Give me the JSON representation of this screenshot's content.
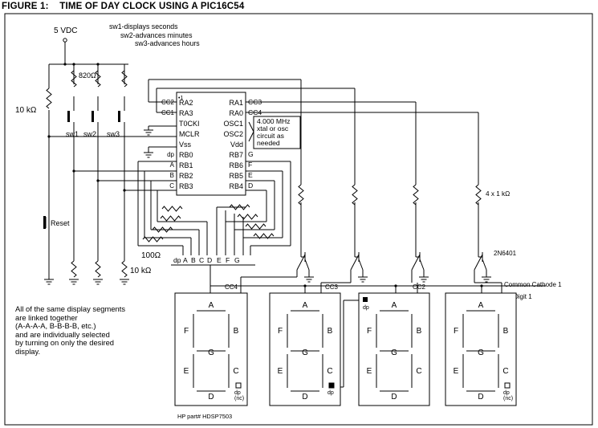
{
  "figure": {
    "title": "FIGURE 1:    TIME OF DAY CLOCK USING A PIC16C54",
    "note": "All of the same display segments\nare linked together\n(A-A-A-A, B-B-B-B, etc.)\nand are individually selected\nby turning on only the desired\ndisplay."
  },
  "labels": {
    "supply": "5 VDC",
    "sw1_desc": "sw1-displays seconds",
    "sw2_desc": "sw2-advances minutes",
    "sw3_desc": "sw3-advances hours",
    "r_top": "820Ω",
    "r_pullup": "10 kΩ",
    "r_bottom": "10 kΩ",
    "r_series": "100Ω",
    "r_base": "4 x 1 kΩ",
    "sw1": "sw1",
    "sw2": "sw2",
    "sw3": "sw3",
    "reset": "Reset",
    "xtal": "4.000 MHz\nxtal or osc\ncircuit as\nneeded",
    "transistor": "2N6401",
    "common_cathode": "Common Cathode 1",
    "digit": "Digit 1",
    "hp_part": "HP part# HDSP7503",
    "seg_bus": [
      "dp",
      "A",
      "B",
      "C",
      "D",
      "E",
      "F",
      "G"
    ]
  },
  "pic": {
    "left_pins": [
      "RA2",
      "RA3",
      "T0CKI",
      "MCLR",
      "Vss",
      "RB0",
      "RB1",
      "RB2",
      "RB3"
    ],
    "right_pins": [
      "RA1",
      "RA0",
      "OSC1",
      "OSC2",
      "Vdd",
      "RB7",
      "RB6",
      "RB5",
      "RB4"
    ],
    "left_ext": [
      "CC2",
      "CC1",
      "",
      "",
      "",
      "dp",
      "A",
      "B",
      "C"
    ],
    "right_ext": [
      "CC3",
      "CC4",
      "",
      "",
      "",
      "G",
      "F",
      "E",
      "D"
    ]
  },
  "displays": [
    {
      "cc": "CC4",
      "segs": [
        "A",
        "F",
        "B",
        "G",
        "E",
        "C",
        "D"
      ],
      "dp_label": "dp\n(nc)"
    },
    {
      "cc": "CC3",
      "segs": [
        "A",
        "F",
        "B",
        "G",
        "E",
        "C",
        "D"
      ],
      "dp_label": "dp"
    },
    {
      "cc": "CC2",
      "segs": [
        "A",
        "F",
        "B",
        "G",
        "E",
        "C",
        "D"
      ],
      "dp_label": "dp"
    },
    {
      "cc": "",
      "segs": [
        "A",
        "F",
        "B",
        "G",
        "E",
        "C",
        "D"
      ],
      "dp_label": "dp\n(nc)"
    }
  ]
}
